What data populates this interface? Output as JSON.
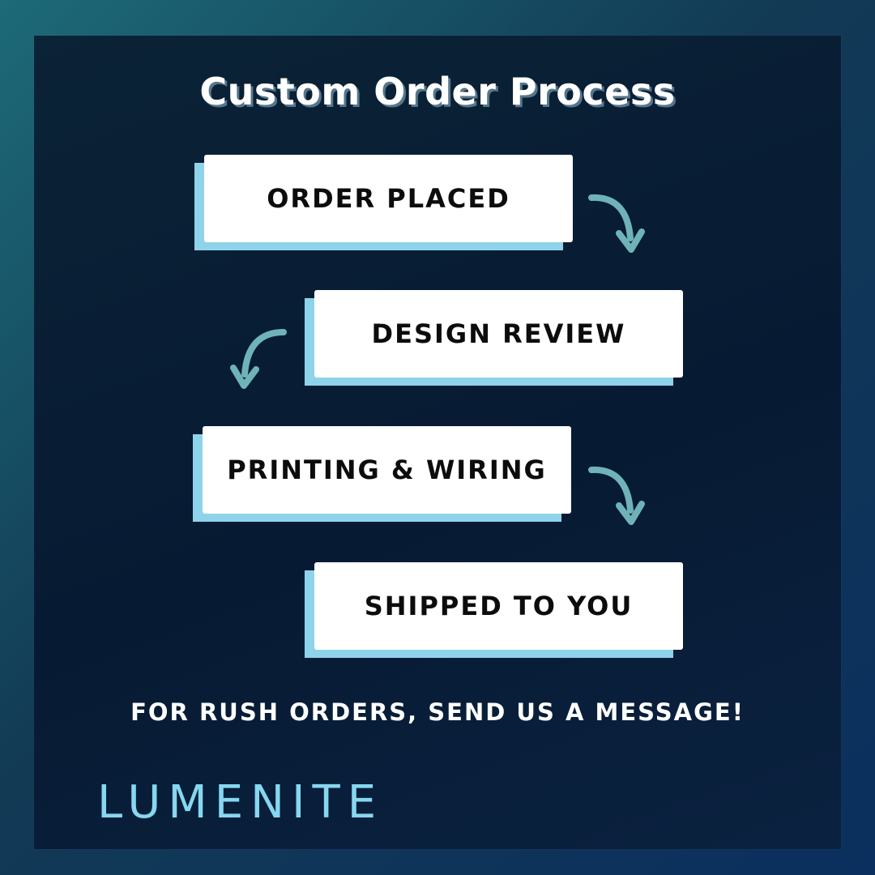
{
  "title": "Custom Order Process",
  "steps": [
    {
      "label": "ORDER PLACED"
    },
    {
      "label": "DESIGN REVIEW"
    },
    {
      "label": "PRINTING & WIRING"
    },
    {
      "label": "SHIPPED TO YOU"
    }
  ],
  "footer": "FOR RUSH ORDERS, SEND US A MESSAGE!",
  "brand": "LUMENITE",
  "colors": {
    "card": "#ffffff",
    "card_shadow": "#8fd3ea",
    "arrow": "#6fb3b8",
    "brand": "#86d7ef",
    "panel": "#071a33"
  },
  "icons": [
    "curved-arrow-right-down-icon",
    "curved-arrow-left-down-icon"
  ]
}
